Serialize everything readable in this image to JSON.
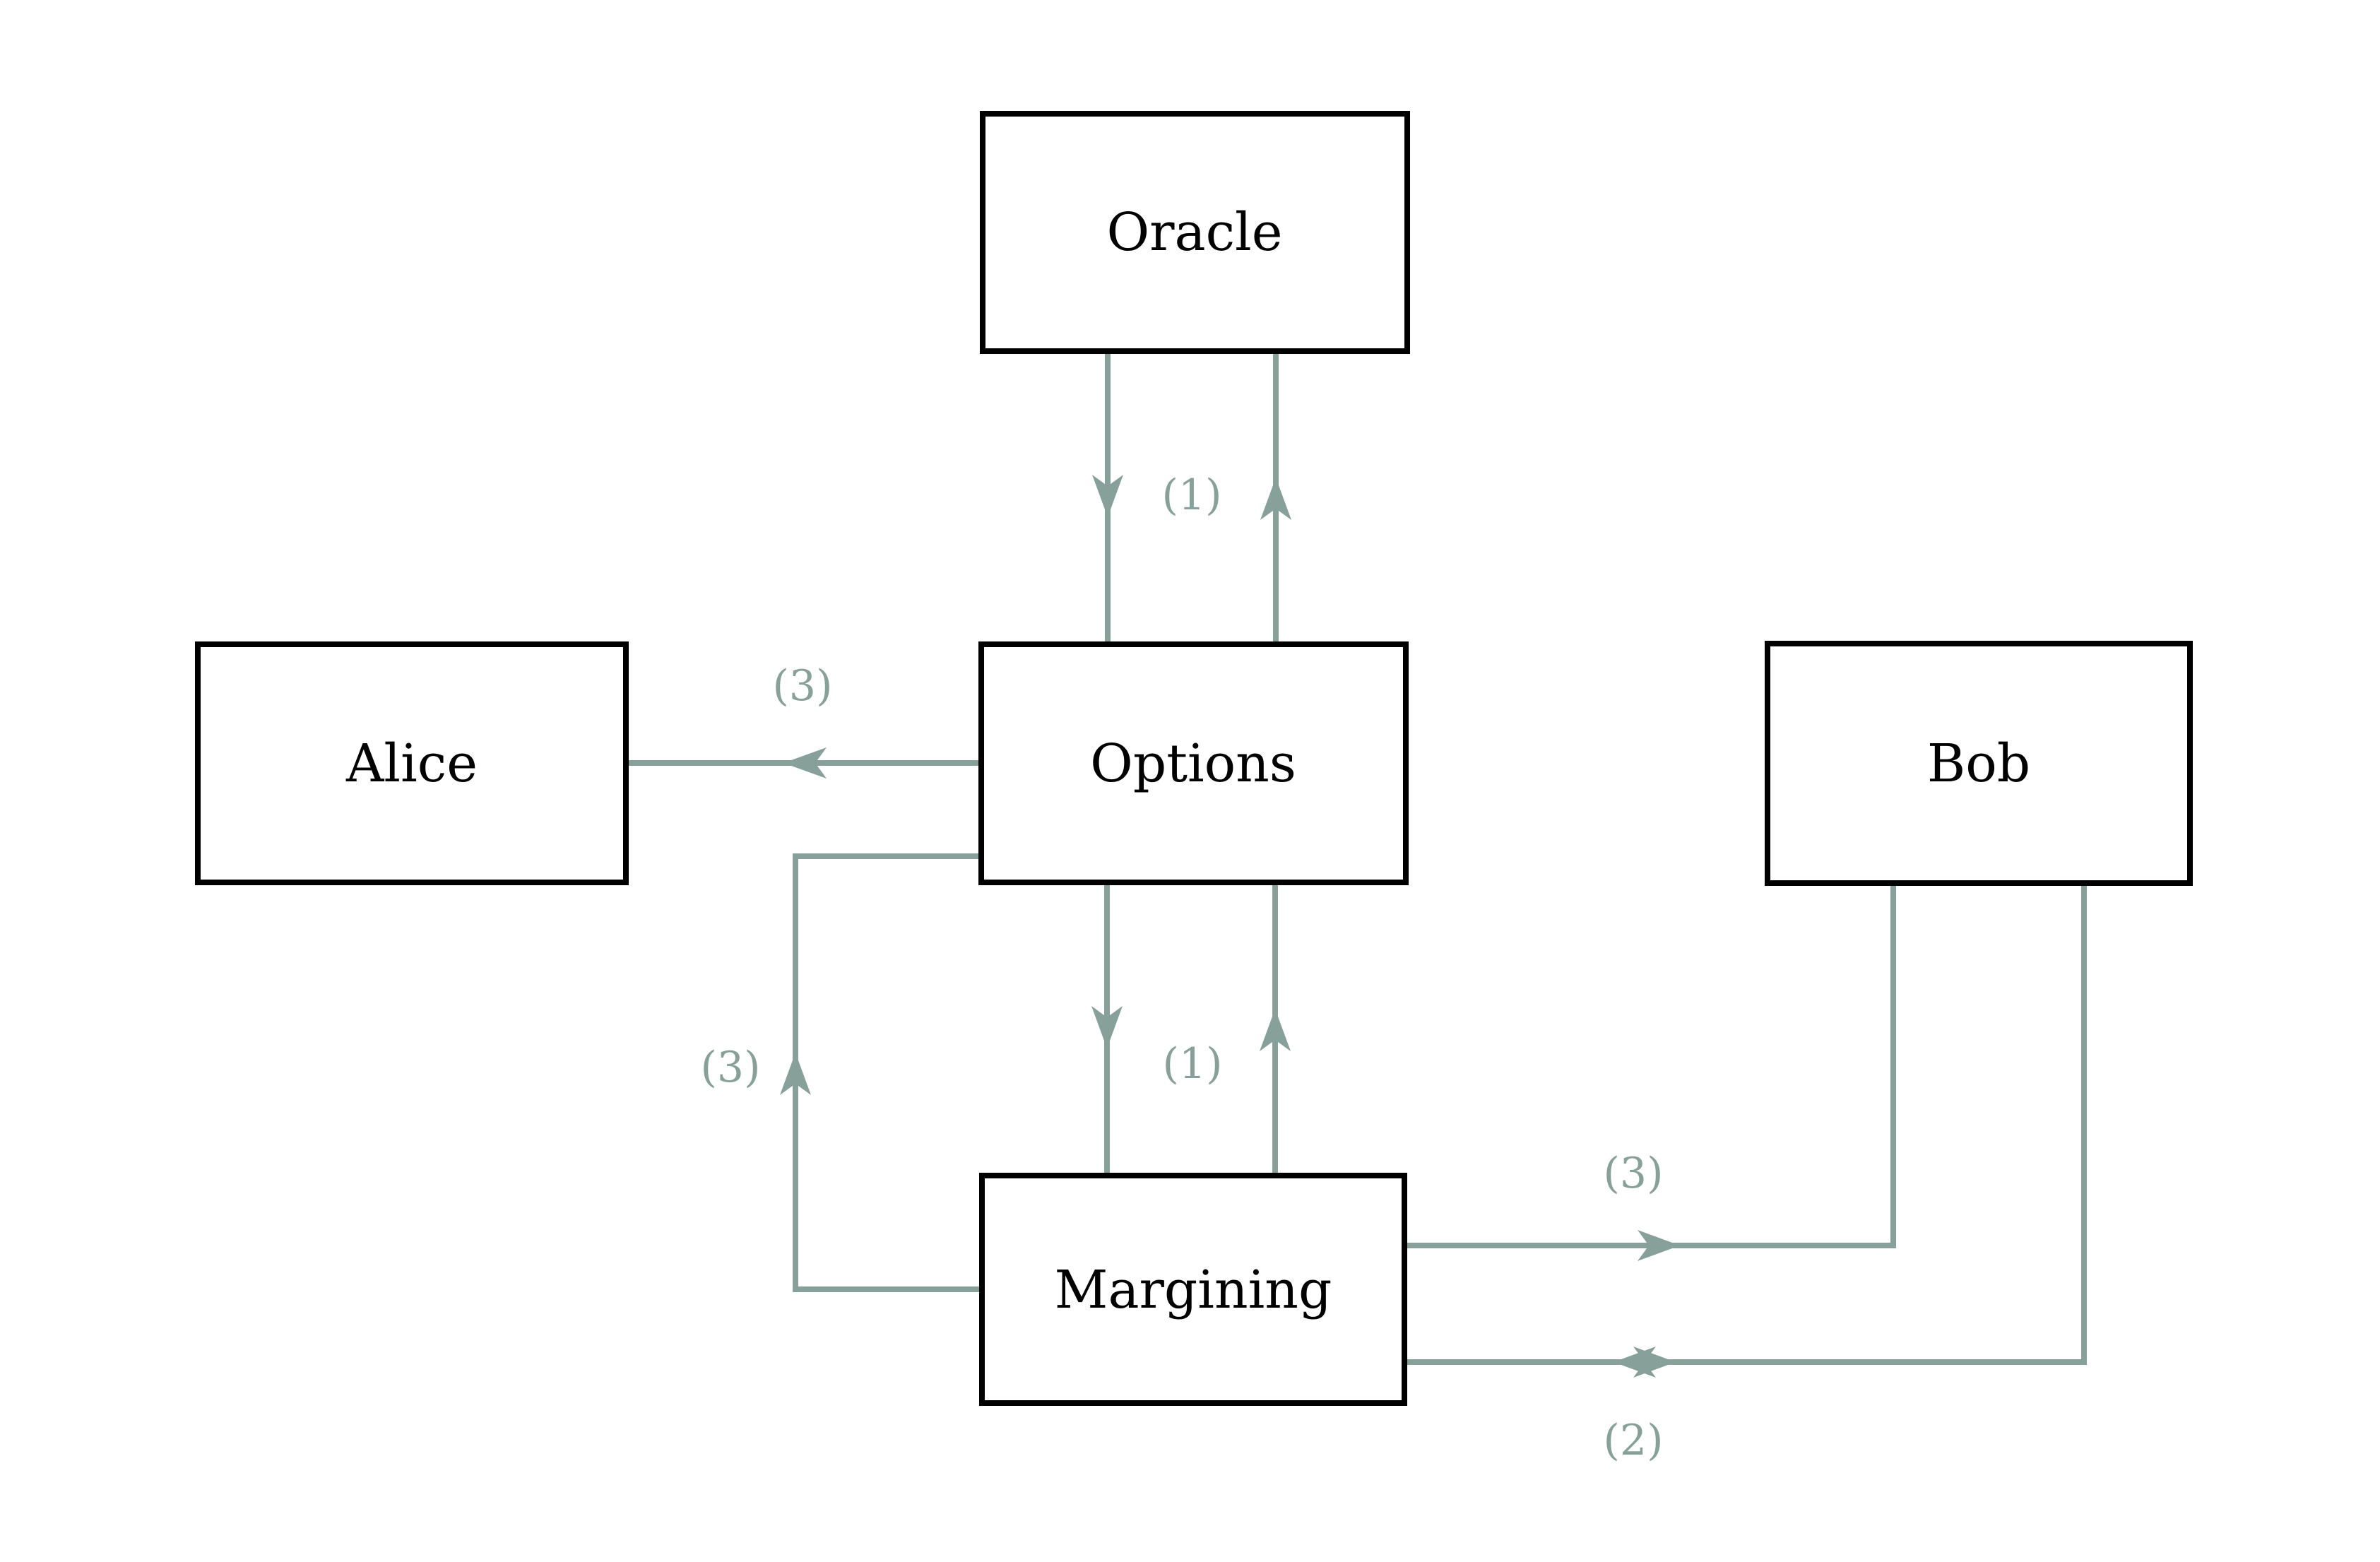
{
  "diagram": {
    "nodes": {
      "oracle": {
        "label": "Oracle"
      },
      "options": {
        "label": "Options"
      },
      "alice": {
        "label": "Alice"
      },
      "bob": {
        "label": "Bob"
      },
      "margining": {
        "label": "Margining"
      }
    },
    "edge_labels": {
      "oracle_options": "(1)",
      "options_margining": "(1)",
      "options_alice": "(3)",
      "margining_options_loop": "(3)",
      "margining_bob": "(3)",
      "margining_bob_bidir": "(2)"
    },
    "colors": {
      "connector": "#87a099",
      "box_border": "#000000",
      "box_fill": "#ffffff",
      "text": "#000000",
      "background": "#ffffff"
    }
  }
}
